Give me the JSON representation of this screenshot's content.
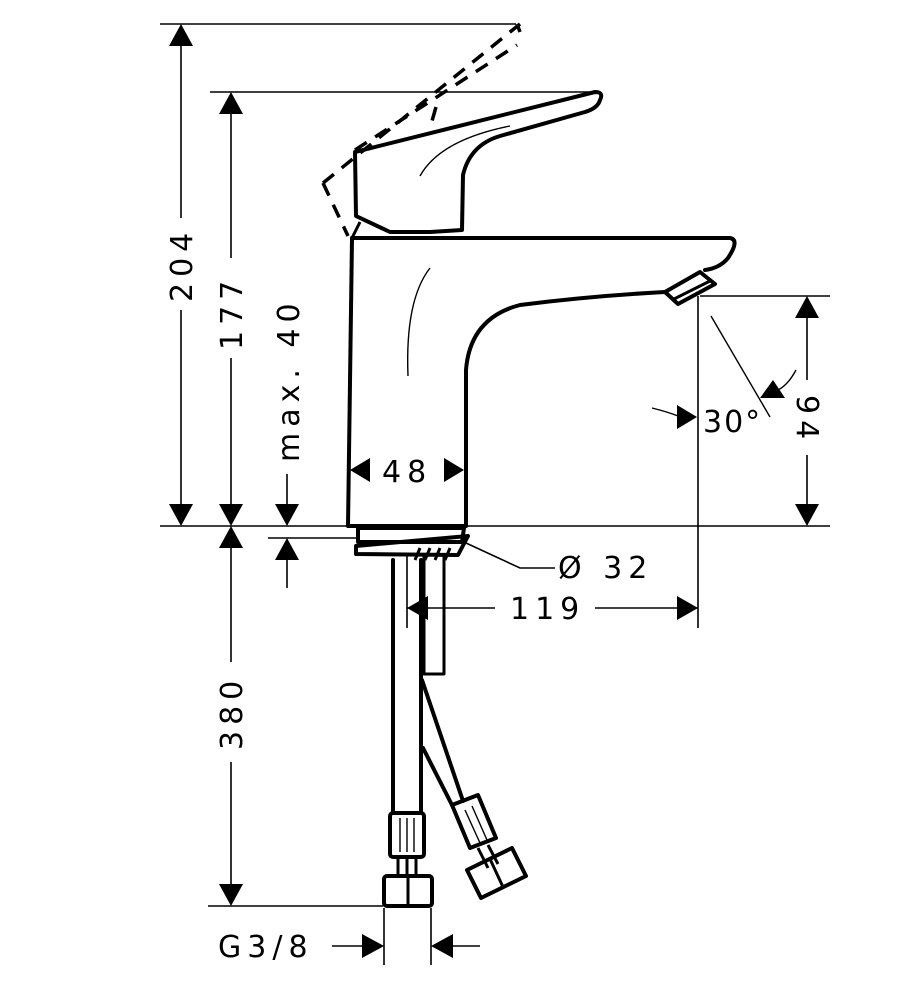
{
  "drawing": {
    "title": "Single lever basin mixer — technical dimension drawing",
    "line_color": "#000000",
    "background": "#ffffff"
  },
  "dimensions": {
    "total_height_lever_open": "204",
    "height_to_lever": "177",
    "max_deck_thickness": "max. 40",
    "body_width": "48",
    "spout_outlet_height": "94",
    "spout_angle": "30°",
    "mounting_hole": "Ø 32",
    "spout_projection": "119",
    "hose_length": "380",
    "connection_thread": "G3/8"
  }
}
